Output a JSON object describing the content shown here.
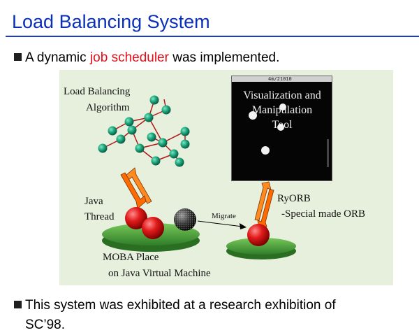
{
  "title": "Load Balancing System",
  "bullets": {
    "b1_pre": "A dynamic ",
    "b1_highlight": "job scheduler",
    "b1_post": " was implemented.",
    "b2_line1": "This system was exhibited at a research exhibition of",
    "b2_line2": "SC’98."
  },
  "figure": {
    "lb_line1": "Load Balancing",
    "lb_line2": "Algorithm",
    "viz_line1": "Visualization and",
    "viz_line2": "Manipulation",
    "viz_line3": "Tool",
    "screen_title": "4m/21010",
    "java_line1": "Java",
    "java_line2": "Thread",
    "migrate": "Migrate",
    "ryorb_line1": "RyORB",
    "ryorb_line2": "-Special made ORB",
    "moba_line1": "MOBA Place",
    "moba_line2": "on Java Virtual Machine"
  },
  "colors": {
    "title": "#0a2fb8",
    "highlight": "#e0101a",
    "node": "#1aa37a",
    "link": "#b01818",
    "platform": "#4aa83a",
    "thread": "#d81818",
    "arrow": "#ff7a10"
  }
}
